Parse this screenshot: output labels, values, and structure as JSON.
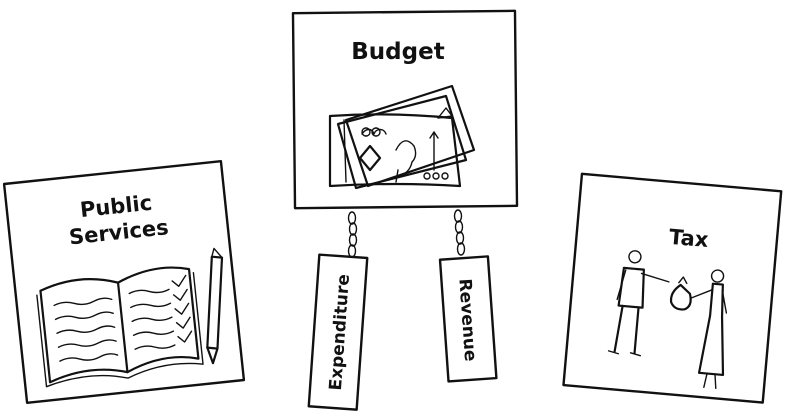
{
  "budget": {
    "title": "Budget"
  },
  "public_services": {
    "title_line1": "Public",
    "title_line2": "Services"
  },
  "tax": {
    "title": "Tax"
  },
  "tags": {
    "left": "Expenditure",
    "right": "Revenue"
  }
}
